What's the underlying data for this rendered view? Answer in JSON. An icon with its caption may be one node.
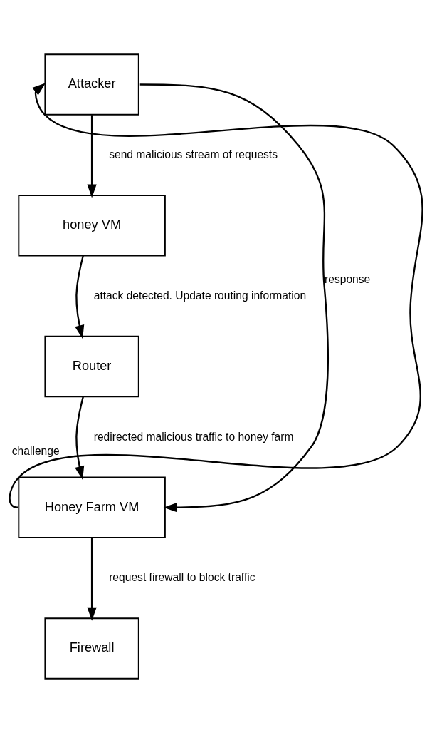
{
  "diagram": {
    "nodes": [
      {
        "text": [
          "Attacker"
        ]
      },
      {
        "text": [
          "honey VM"
        ]
      },
      {
        "text": [
          "Router"
        ]
      },
      {
        "text": [
          "Honey Farm VM"
        ]
      },
      {
        "text": [
          "Firewall"
        ]
      }
    ],
    "edges": [
      {
        "from": 0,
        "to": 1,
        "arrow": "to",
        "label": "send malicious stream of requests"
      },
      {
        "from": 1,
        "to": 2,
        "arrow": "to",
        "label": "attack detected. Update routing information"
      },
      {
        "from": 2,
        "to": 3,
        "arrow": "to",
        "label": "redirected malicious traffic to honey farm"
      },
      {
        "from": 3,
        "to": 4,
        "arrow": "to",
        "label": "request firewall to block traffic"
      },
      {
        "from": 3,
        "to": 0,
        "arrow": "to",
        "label": "challenge"
      },
      {
        "from": 0,
        "to": 3,
        "arrow": "to",
        "label": "response"
      }
    ]
  }
}
